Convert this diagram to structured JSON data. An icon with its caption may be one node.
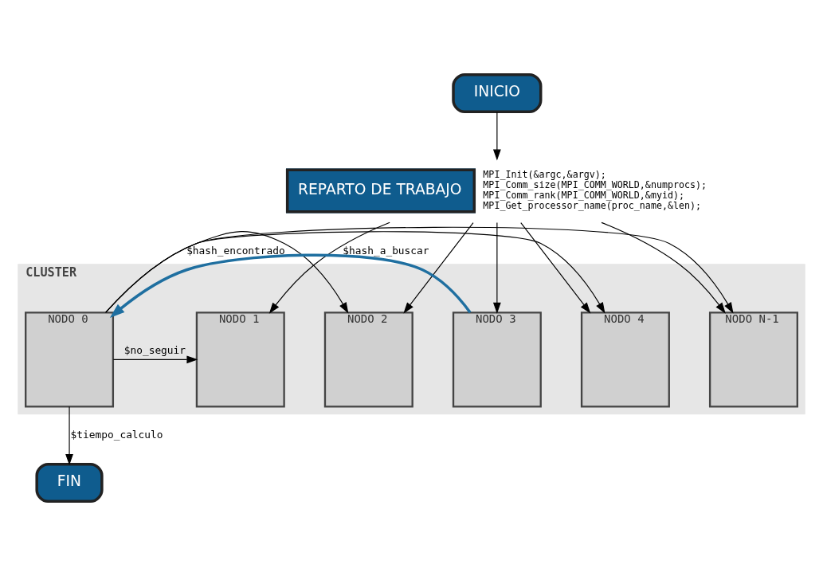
{
  "diagram": {
    "nodes": [
      {
        "text": [
          "INICIO"
        ]
      },
      {
        "text": [
          "REPARTO DE TRABAJO"
        ],
        "beside": [
          "MPI_Init(&argc,&argv);",
          "MPI_Comm_size(MPI_COMM_WORLD,&numprocs);",
          "MPI_Comm_rank(MPI_COMM_WORLD,&myid);",
          "MPI_Get_processor_name(proc_name,&len);"
        ]
      },
      {
        "text": [
          "CLUSTER"
        ]
      },
      {
        "text": [
          "NODO 0"
        ],
        "in": 2
      },
      {
        "text": [
          "NODO 1"
        ],
        "in": 2
      },
      {
        "text": [
          "NODO 2"
        ],
        "in": 2
      },
      {
        "text": [
          "NODO 3"
        ],
        "in": 2
      },
      {
        "text": [
          "NODO 4"
        ],
        "in": 2
      },
      {
        "text": [
          "NODO N-1"
        ],
        "in": 2
      },
      {
        "text": [
          "FIN"
        ]
      }
    ],
    "edges": [
      {
        "from": 0,
        "to": 1,
        "arrow": "to"
      },
      {
        "from": 1,
        "to": 4,
        "arrow": "to",
        "label": "$hash_a_buscar"
      },
      {
        "from": 1,
        "to": 5,
        "arrow": "to"
      },
      {
        "from": 1,
        "to": 6,
        "arrow": "to"
      },
      {
        "from": 1,
        "to": 7,
        "arrow": "to"
      },
      {
        "from": 1,
        "to": 8,
        "arrow": "to"
      },
      {
        "from": 6,
        "to": 3,
        "arrow": "to",
        "label": "$hash_encontrado",
        "style": "thick",
        "color": "#1f6fa0"
      },
      {
        "from": 3,
        "to": 4,
        "arrow": "to",
        "label": "$no_seguir"
      },
      {
        "from": 3,
        "to": 5,
        "arrow": "to"
      },
      {
        "from": 3,
        "to": 7,
        "arrow": "to"
      },
      {
        "from": 3,
        "to": 8,
        "arrow": "to"
      },
      {
        "from": 3,
        "to": 9,
        "arrow": "to",
        "label": "$tiempo_calculo"
      }
    ]
  }
}
